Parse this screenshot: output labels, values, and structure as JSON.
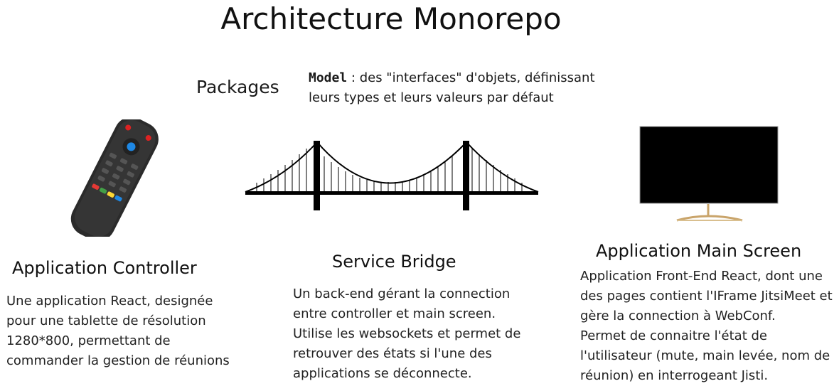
{
  "title": "Architecture Monorepo",
  "packages_label": "Packages",
  "model": {
    "term": "Model",
    "description": " : des \"interfaces\" d'objets, définissant leurs types et leurs valeurs par défaut"
  },
  "sections": {
    "controller": {
      "heading": "Application Controller",
      "text_lines": [
        "Une application React, designée",
        "pour une tablette de résolution",
        "1280*800, permettant de",
        "commander la gestion de réunions"
      ]
    },
    "bridge": {
      "heading": "Service Bridge",
      "text_lines": [
        "Un back-end gérant la connection",
        "entre controller et main screen.",
        "Utilise les websockets et permet de",
        "retrouver des états si l'une des",
        "applications se déconnecte."
      ]
    },
    "main_screen": {
      "heading": "Application Main Screen",
      "text_lines": [
        "Application Front-End React, dont une",
        "des pages contient l'IFrame JitsiMeet et",
        "gère la connection à WebConf.",
        "Permet de connaitre l'état de",
        "l'utilisateur (mute, main levée, nom de",
        "réunion) en interrogeant Jisti."
      ]
    }
  },
  "icons": [
    "remote-control-icon",
    "suspension-bridge-icon",
    "monitor-icon"
  ]
}
